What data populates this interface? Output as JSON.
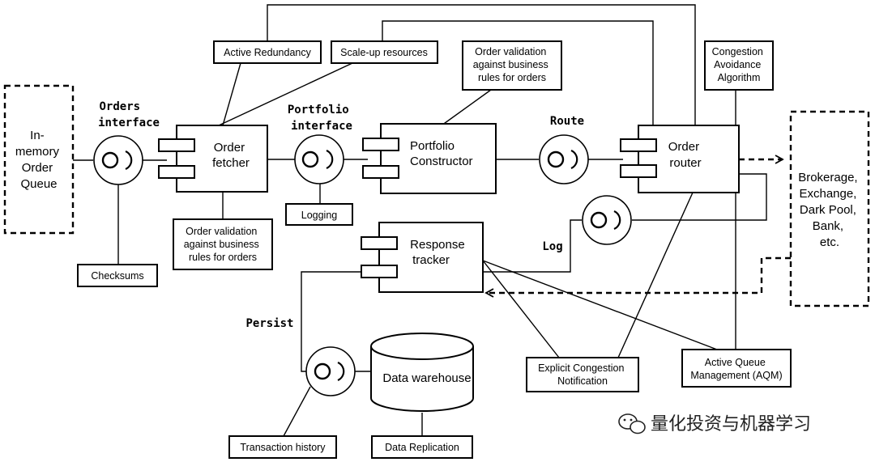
{
  "nodes": {
    "queue": [
      "In-",
      "memory",
      "Order",
      "Queue"
    ],
    "order_fetcher": [
      "Order",
      "fetcher"
    ],
    "portfolio_constructor": [
      "Portfolio",
      "Constructor"
    ],
    "order_router": [
      "Order",
      "router"
    ],
    "response_tracker": [
      "Response",
      "tracker"
    ],
    "data_warehouse": "Data warehouse",
    "external": [
      "Brokerage,",
      "Exchange,",
      "Dark Pool,",
      "Bank,",
      "etc."
    ]
  },
  "interfaces": {
    "orders": [
      "Orders",
      "interface"
    ],
    "portfolio": [
      "Portfolio",
      "interface"
    ],
    "route": "Route",
    "log": "Log",
    "persist": "Persist"
  },
  "notes": {
    "active_redundancy": "Active Redundancy",
    "scale_up": "Scale-up resources",
    "order_validation_top": [
      "Order validation",
      "against business",
      "rules for orders"
    ],
    "congestion_avoidance": [
      "Congestion",
      "Avoidance",
      "Algorithm"
    ],
    "logging": "Logging",
    "order_validation_bottom": [
      "Order validation",
      "against business",
      "rules for orders"
    ],
    "checksums": "Checksums",
    "explicit_congestion": [
      "Explicit Congestion",
      "Notification"
    ],
    "aqm": [
      "Active Queue",
      "Management (AQM)"
    ],
    "transaction_history": "Transaction history",
    "data_replication": "Data Replication"
  },
  "watermark": "量化投资与机器学习",
  "watermark_icon": "wechat-icon"
}
